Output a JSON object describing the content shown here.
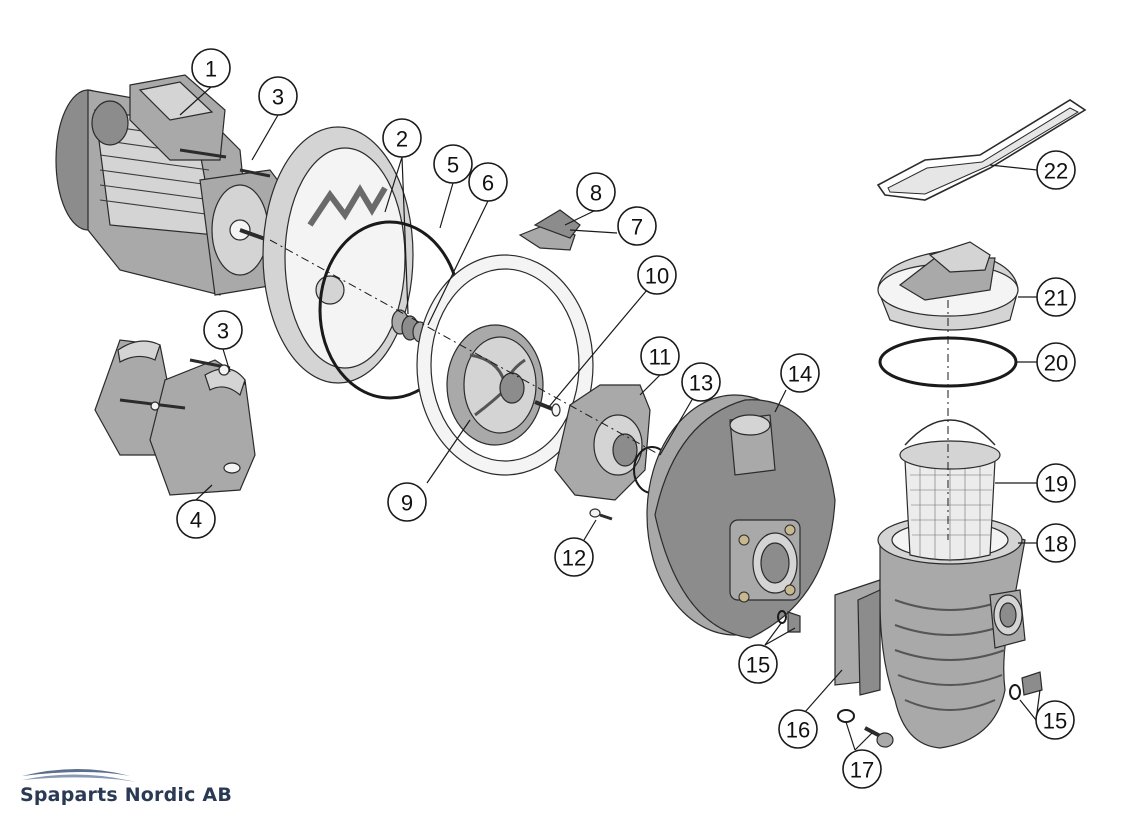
{
  "brand": {
    "name": "Spaparts Nordic AB",
    "color": "#2a3a55"
  },
  "callouts": [
    {
      "id": "c1",
      "label": "1",
      "part": "motor"
    },
    {
      "id": "c2",
      "label": "2",
      "part": "seal-plate-and-shaft-seal"
    },
    {
      "id": "c3a",
      "label": "3",
      "part": "motor-bolts"
    },
    {
      "id": "c3b",
      "label": "3",
      "part": "foot-bolts"
    },
    {
      "id": "c4",
      "label": "4",
      "part": "motor-foot"
    },
    {
      "id": "c5",
      "label": "5",
      "part": "o-ring"
    },
    {
      "id": "c6",
      "label": "6",
      "part": "shaft-seal"
    },
    {
      "id": "c7",
      "label": "7",
      "part": "clamp-ring"
    },
    {
      "id": "c8",
      "label": "8",
      "part": "clamp-knob"
    },
    {
      "id": "c9",
      "label": "9",
      "part": "impeller"
    },
    {
      "id": "c10",
      "label": "10",
      "part": "impeller-screw"
    },
    {
      "id": "c11",
      "label": "11",
      "part": "diffuser"
    },
    {
      "id": "c12",
      "label": "12",
      "part": "diffuser-screw"
    },
    {
      "id": "c13",
      "label": "13",
      "part": "diffuser-o-ring"
    },
    {
      "id": "c14",
      "label": "14",
      "part": "pump-housing"
    },
    {
      "id": "c15a",
      "label": "15",
      "part": "drain-plug-housing"
    },
    {
      "id": "c15b",
      "label": "15",
      "part": "drain-plug-pot"
    },
    {
      "id": "c16",
      "label": "16",
      "part": "flange-gasket"
    },
    {
      "id": "c17",
      "label": "17",
      "part": "flange-bolt"
    },
    {
      "id": "c18",
      "label": "18",
      "part": "strainer-pot"
    },
    {
      "id": "c19",
      "label": "19",
      "part": "strainer-basket"
    },
    {
      "id": "c20",
      "label": "20",
      "part": "lid-o-ring"
    },
    {
      "id": "c21",
      "label": "21",
      "part": "lid"
    },
    {
      "id": "c22",
      "label": "22",
      "part": "lid-wrench"
    }
  ]
}
